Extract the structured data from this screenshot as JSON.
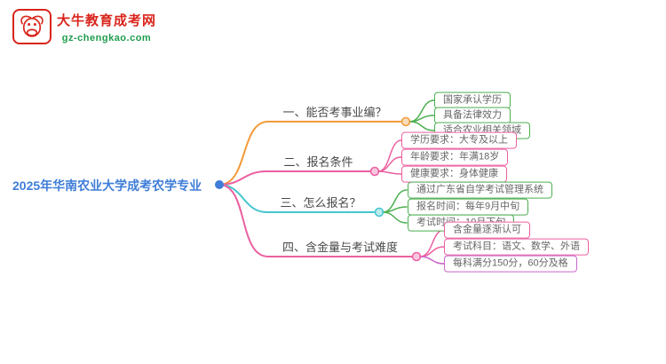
{
  "logo": {
    "name": "大牛教育成考网",
    "url": "gz-chengkao.com",
    "brand_color": "#d9251c",
    "url_color": "#1f9d4d"
  },
  "root": {
    "label": "2025年华南农业大学成考农学专业",
    "color": "#3f7dd8"
  },
  "branches": [
    {
      "label": "一、能否考事业编？",
      "color": "#f29b3b",
      "children": [
        {
          "label": "国家承认学历",
          "color": "#4caf50"
        },
        {
          "label": "具备法律效力",
          "color": "#4caf50"
        },
        {
          "label": "适合农业相关领域",
          "color": "#4caf50"
        }
      ]
    },
    {
      "label": "二、报名条件",
      "color": "#ec5fa1",
      "children": [
        {
          "label": "学历要求：大专及以上",
          "color": "#ec5fa1"
        },
        {
          "label": "年龄要求：年满18岁",
          "color": "#ec5fa1"
        },
        {
          "label": "健康要求：身体健康",
          "color": "#ec5fa1"
        }
      ]
    },
    {
      "label": "三、怎么报名？",
      "color": "#45c6cf",
      "children": [
        {
          "label": "通过广东省自学考试管理系统",
          "color": "#4caf50"
        },
        {
          "label": "报名时间：每年9月中旬",
          "color": "#4caf50"
        },
        {
          "label": "考试时间：10月下旬",
          "color": "#4caf50"
        }
      ]
    },
    {
      "label": "四、含金量与考试难度",
      "color": "#ec5fa1",
      "children": [
        {
          "label": "含金量逐渐认可",
          "color": "#ec5fa1"
        },
        {
          "label": "考试科目：语文、数学、外语",
          "color": "#ec5fa1"
        },
        {
          "label": "每科满分150分，60分及格",
          "color": "#c966c9"
        }
      ]
    }
  ]
}
